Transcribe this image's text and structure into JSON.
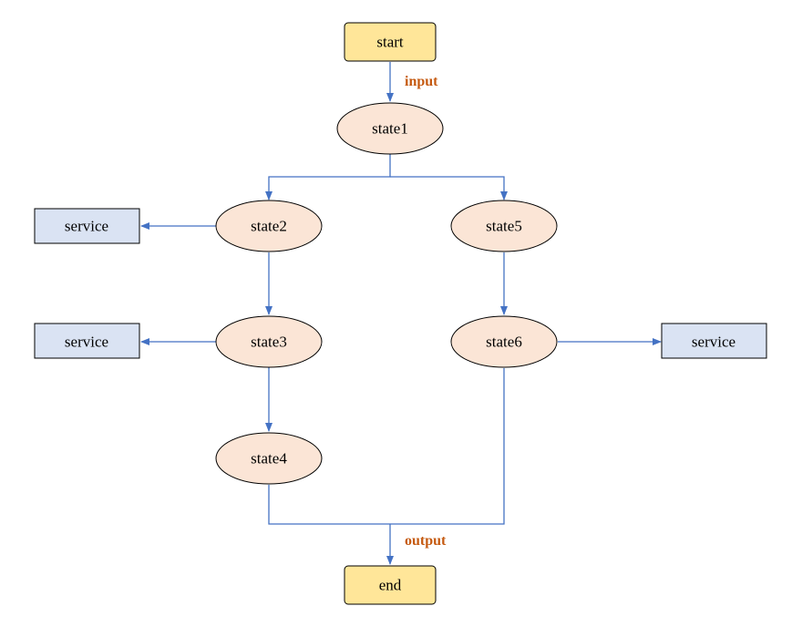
{
  "colors": {
    "line": "#4472c4",
    "terminal_fill": "#ffe699",
    "state_fill": "#fbe5d6",
    "service_fill": "#dae3f3",
    "border": "#000000",
    "label": "#c55a11"
  },
  "nodes": {
    "start": "start",
    "end": "end",
    "state1": "state1",
    "state2": "state2",
    "state3": "state3",
    "state4": "state4",
    "state5": "state5",
    "state6": "state6",
    "service_left_1": "service",
    "service_left_2": "service",
    "service_right": "service"
  },
  "edge_labels": {
    "input": "input",
    "output": "output"
  }
}
